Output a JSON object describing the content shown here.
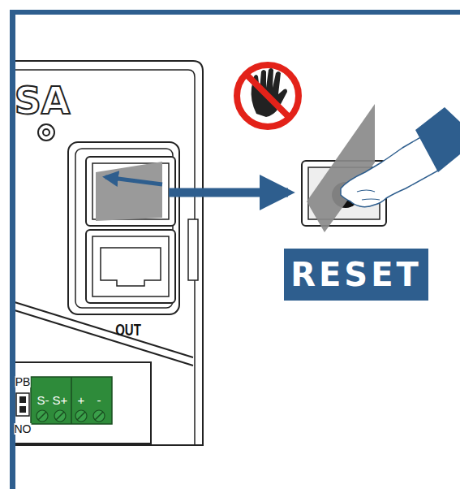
{
  "diagram": {
    "nodes": [
      {
        "text": [
          "RESET"
        ]
      }
    ],
    "labels": [
      "SA",
      "OUT",
      "PB",
      "S-",
      "S+",
      "+",
      "-",
      "NO"
    ]
  }
}
